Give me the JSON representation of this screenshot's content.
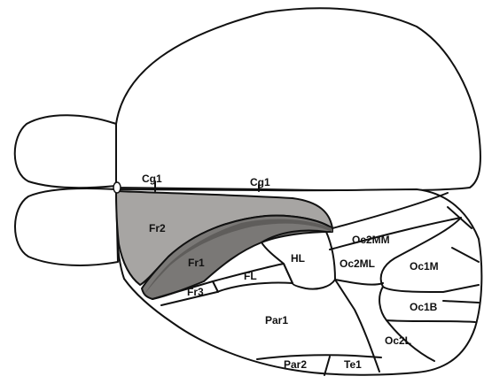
{
  "colors": {
    "background": "#ffffff",
    "outline": "#111111",
    "fr2_fill": "#a7a5a3",
    "fr1_fill": "#7a7876",
    "fr1_band": "#5f5d5b"
  },
  "labels": {
    "cg1_upper_left": "Cg1",
    "cg1_upper_right": "Cg1",
    "fr2": "Fr2",
    "fr1": "Fr1",
    "fr3": "Fr3",
    "fl": "FL",
    "hl": "HL",
    "oc2mm": "Oc2MM",
    "oc2ml": "Oc2ML",
    "oc1m": "Oc1M",
    "oc1b": "Oc1B",
    "oc2l": "Oc2L",
    "par1": "Par1",
    "par2": "Par2",
    "te1": "Te1"
  }
}
